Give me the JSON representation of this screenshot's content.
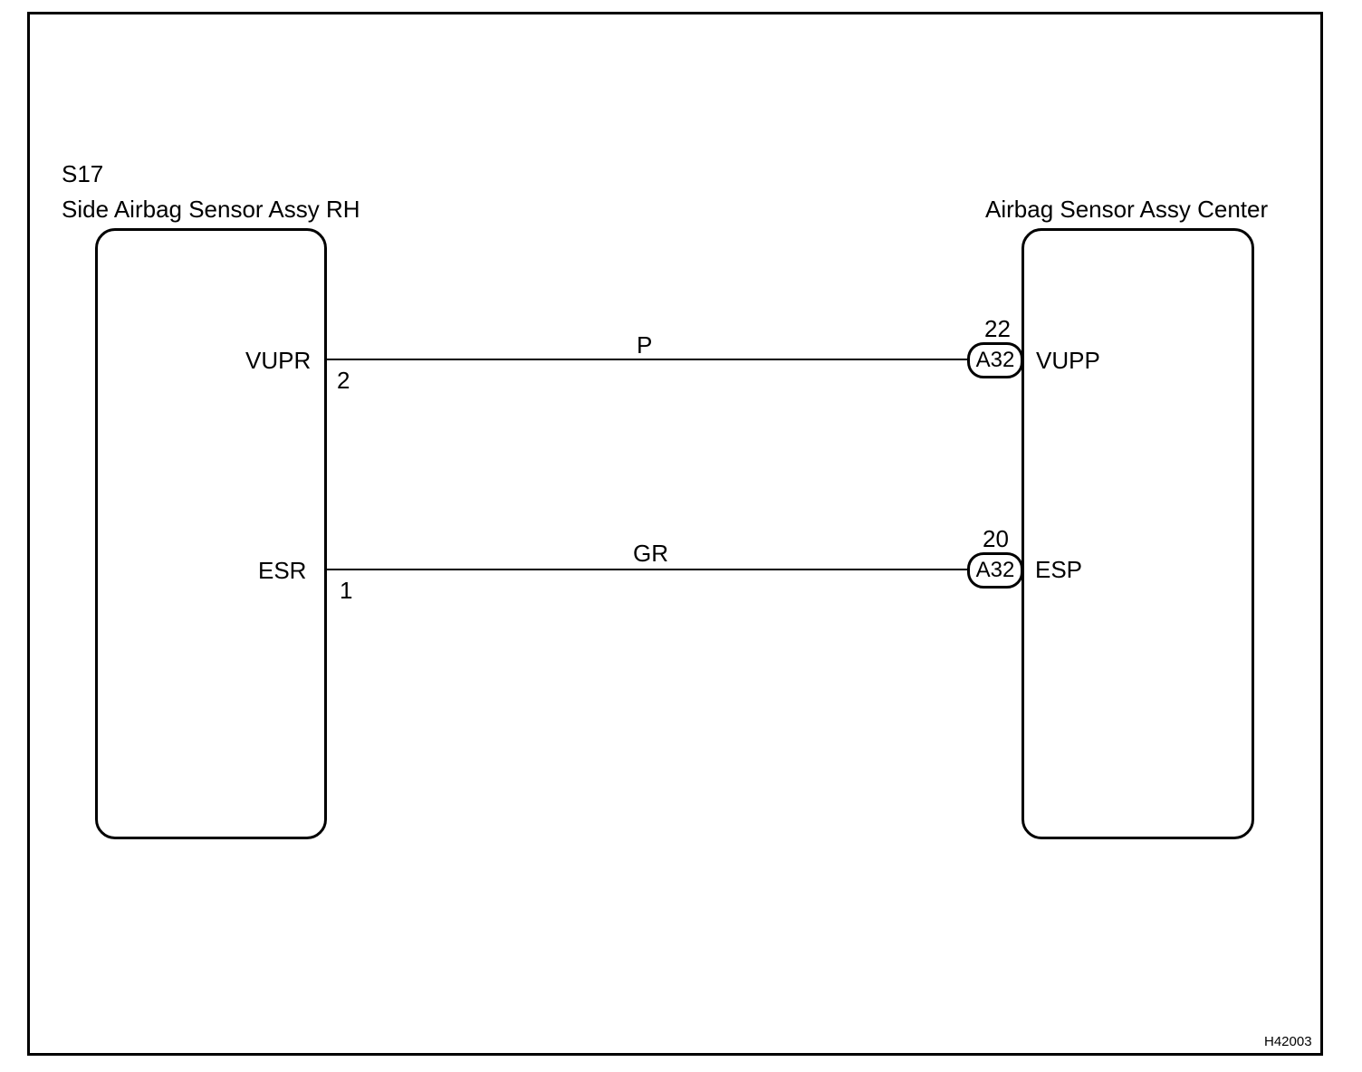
{
  "left_component": {
    "code": "S17",
    "name": "Side Airbag Sensor Assy RH",
    "pins": [
      {
        "terminal": "VUPR",
        "number": "2"
      },
      {
        "terminal": "ESR",
        "number": "1"
      }
    ]
  },
  "right_component": {
    "name": "Airbag Sensor Assy Center",
    "pins": [
      {
        "terminal": "VUPP",
        "number": "22",
        "connector": "A32"
      },
      {
        "terminal": "ESP",
        "number": "20",
        "connector": "A32"
      }
    ]
  },
  "wires": [
    {
      "color": "P"
    },
    {
      "color": "GR"
    }
  ],
  "figure_code": "H42003"
}
